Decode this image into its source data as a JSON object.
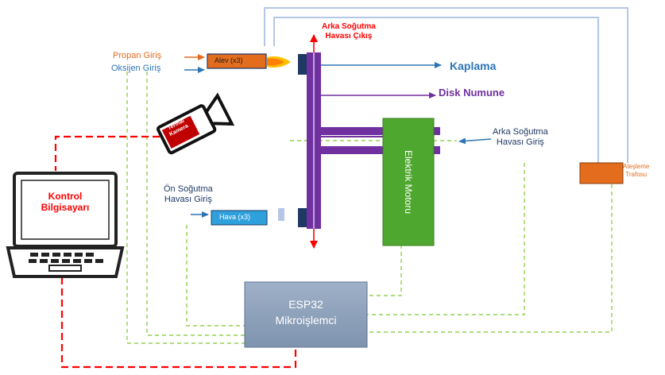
{
  "labels": {
    "propan": "Propan Giriş",
    "oksijen": "Oksijen Giriş",
    "torch": "Alev (x3)",
    "rear_cool_out_1": "Arka Soğutma",
    "rear_cool_out_2": "Havası Çıkış",
    "kaplama": "Kaplama",
    "disk": "Disk Numune",
    "rear_cool_in_1": "Arka Soğutma",
    "rear_cool_in_2": "Havası Giriş",
    "igniter_1": "Ateşleme",
    "igniter_2": "Trafosu",
    "camera_1": "Termal",
    "camera_2": "Kamera",
    "laptop_1": "Kontrol",
    "laptop_2": "Bilgisayarı",
    "front_cool_1": "Ön Soğutma",
    "front_cool_2": "Havası Giriş",
    "air_box": "Hava (x3)",
    "motor": "Elektrik Motoru",
    "esp_1": "ESP32",
    "esp_2": "Mikroişlemci"
  },
  "colors": {
    "orange": "#e36c1d",
    "blue": "#2e75b6",
    "navy": "#1f3864",
    "purple": "#7030a0",
    "red": "#ff0000",
    "green": "#4ea72e",
    "steel": "#8497b0",
    "dash_green": "#92d050"
  }
}
